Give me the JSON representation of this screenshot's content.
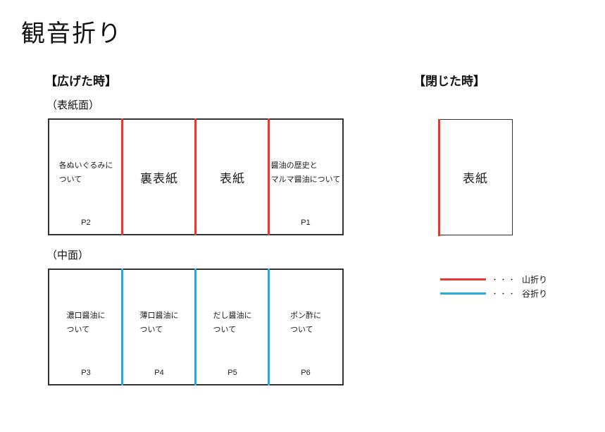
{
  "title": "観音折り",
  "colors": {
    "mountain_fold": "#e8382d",
    "valley_fold": "#29abe2",
    "outline": "#333333"
  },
  "opened": {
    "heading": "【広げた時】",
    "cover_side": {
      "label": "（表紙面）",
      "fold_type": "mountain",
      "panels": [
        {
          "text": "各ぬいぐるみに\nついて",
          "page": "P2"
        },
        {
          "text": "裏表紙"
        },
        {
          "text": "表紙"
        },
        {
          "text": "醤油の歴史と\nマルマ醤油について",
          "page": "P1"
        }
      ]
    },
    "inner_side": {
      "label": "（中面）",
      "fold_type": "valley",
      "panels": [
        {
          "text": "濃口醤油に\nついて",
          "page": "P3"
        },
        {
          "text": "薄口醤油に\nついて",
          "page": "P4"
        },
        {
          "text": "だし醤油に\nついて",
          "page": "P5"
        },
        {
          "text": "ポン酢に\nついて",
          "page": "P6"
        }
      ]
    }
  },
  "closed": {
    "heading": "【閉じた時】",
    "panel_text": "表紙"
  },
  "legend": {
    "mountain": {
      "dots": "・・・",
      "label": "山折り"
    },
    "valley": {
      "dots": "・・・",
      "label": "谷折り"
    }
  }
}
